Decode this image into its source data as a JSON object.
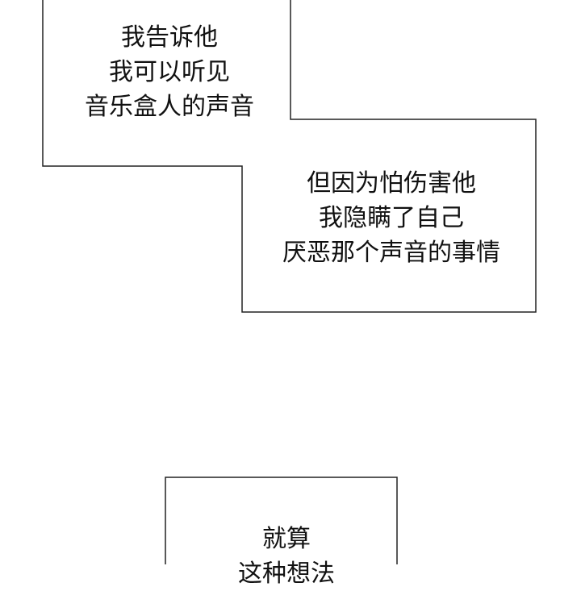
{
  "bubble_1": {
    "lines": [
      "我告诉他",
      "我可以听见",
      "音乐盒人的声音"
    ]
  },
  "bubble_2": {
    "lines": [
      "但因为怕伤害他",
      "我隐瞒了自己",
      "厌恶那个声音的事情"
    ]
  },
  "bubble_3": {
    "lines": [
      "就算",
      "这种想法"
    ]
  }
}
